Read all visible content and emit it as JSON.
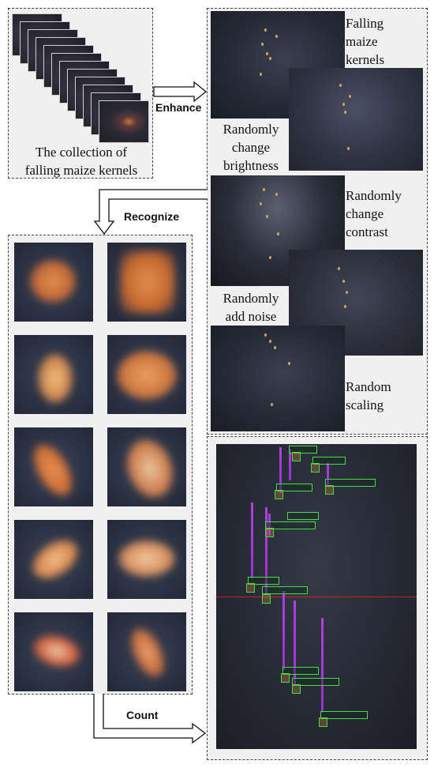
{
  "collection": {
    "caption_line1": "The collection of",
    "caption_line2": "falling maize kernels"
  },
  "arrows": {
    "enhance": "Enhance",
    "recognize": "Recognize",
    "count": "Count"
  },
  "augmentations": [
    {
      "line1": "Falling",
      "line2": "maize",
      "line3": "kernels"
    },
    {
      "line1": "Randomly",
      "line2": "change",
      "line3": "brightness"
    },
    {
      "line1": "Randomly",
      "line2": "change",
      "line3": "contrast"
    },
    {
      "line1": "Randomly",
      "line2": "add noise"
    },
    {
      "line1": "Random",
      "line2": "scaling"
    }
  ],
  "colors": {
    "dashed_border": "#444444",
    "panel_background": "#f0f0f0",
    "trail": "#a838d8",
    "bbox": "#44dd44",
    "count_line": "#cc2222"
  }
}
